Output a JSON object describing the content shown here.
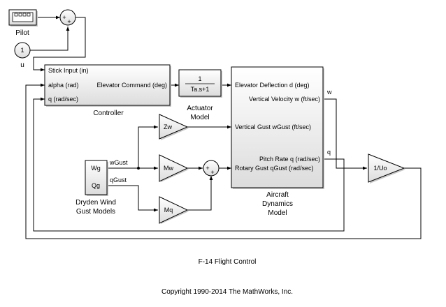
{
  "blocks": {
    "pilot": {
      "label": "Pilot"
    },
    "constant": {
      "value": "1",
      "label": "u"
    },
    "controller": {
      "label": "Controller",
      "ports_in": [
        "Stick Input (in)",
        "alpha (rad)",
        "q (rad/sec)"
      ],
      "port_out": "Elevator Command (deg)"
    },
    "actuator": {
      "numerator": "1",
      "denominator": "Ta.s+1",
      "label_line1": "Actuator",
      "label_line2": "Model"
    },
    "aircraft": {
      "label_line1": "Aircraft",
      "label_line2": "Dynamics",
      "label_line3": "Model",
      "ports_in": [
        "Elevator Deflection d (deg)",
        "Vertical Gust wGust (ft/sec)",
        "Rotary Gust qGust (rad/sec)"
      ],
      "ports_out": [
        "Vertical Velocity w (ft/sec)",
        "Pitch Rate q (rad/sec)"
      ]
    },
    "gain_zw": {
      "label": "Zw"
    },
    "gain_mw": {
      "label": "Mw"
    },
    "gain_mq": {
      "label": "Mq"
    },
    "gain_uo": {
      "label": "1/Uo"
    },
    "dryden": {
      "port_wg": "Wg",
      "port_qg": "Qg",
      "label_line1": "Dryden Wind",
      "label_line2": "Gust Models"
    }
  },
  "signals": {
    "wgust": "wGust",
    "qgust": "qGust",
    "w": "w",
    "q": "q"
  },
  "sum_signs": {
    "top": "+",
    "bottom": "+",
    "mid_left": "+",
    "mid_bottom": "+"
  },
  "title": "F-14 Flight Control",
  "copyright": "Copyright 1990-2014 The MathWorks, Inc."
}
